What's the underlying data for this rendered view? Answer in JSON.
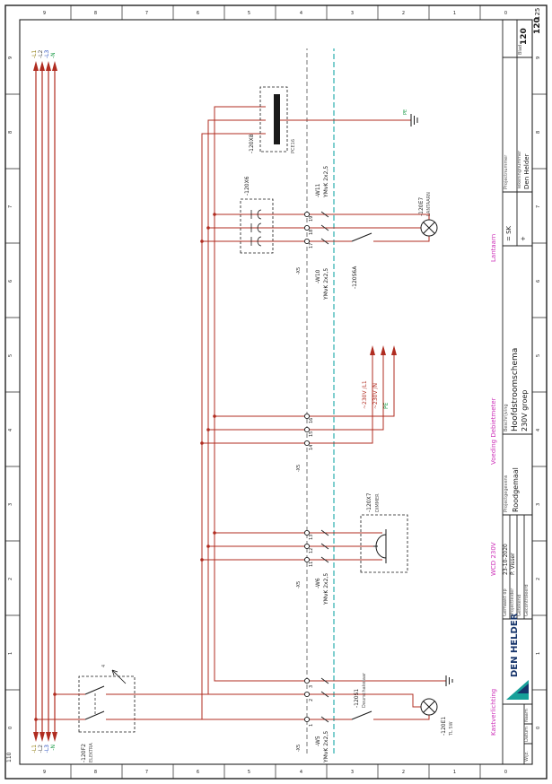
{
  "colors": {
    "wire": "#b02c20",
    "teal": "#009f9f",
    "magenta": "#cc2fb8",
    "navy": "#17356b",
    "logo_teal": "#17a099",
    "l1": "#8a7500",
    "l2": "#4a4a4a",
    "l3": "#2a4fc0",
    "n": "#169a43",
    "pe": "#169a43"
  },
  "frame": {
    "columns": [
      "0",
      "1",
      "2",
      "3",
      "4",
      "5",
      "6",
      "7",
      "8",
      "9"
    ],
    "rows": [
      "9",
      "8",
      "7",
      "6",
      "5",
      "4",
      "3",
      "2",
      "1",
      "0"
    ],
    "corner_top_left": "110",
    "page_number": "120",
    "page_number_secondary": "125"
  },
  "bus": {
    "lines": [
      {
        "label": "-L1"
      },
      {
        "label": "-L2"
      },
      {
        "label": "-L3"
      },
      {
        "label": "-N"
      }
    ]
  },
  "groups": {
    "kastverlichting": {
      "function_label": "Kastverlichting",
      "breaker": {
        "tag": "-120F2",
        "type": "ELEKTRA",
        "aux": "4"
      },
      "terminal_label": "-X5",
      "pins": [
        "1",
        "2",
        "3"
      ],
      "cable": {
        "tag": "-W5",
        "type": "YMvK 2x2,5"
      },
      "switch": {
        "tag": "-120S1",
        "type": "Deurschakelaar"
      },
      "lamp": {
        "tag": "-120E1",
        "type": "TL 5W"
      }
    },
    "wcd": {
      "function_label": "WCD 230V",
      "terminal_label": "-X5",
      "pins": [
        "11",
        "12",
        "13"
      ],
      "cable": {
        "tag": "-W6",
        "type": "YMvK 2x2,5"
      },
      "socket": {
        "tag": "-120X7",
        "type": "DIMMER"
      }
    },
    "debietmeter": {
      "function_label": "Voeding Debietmeter",
      "terminal_label": "-X5",
      "pins": [
        "14",
        "15",
        "16"
      ],
      "arrows": [
        {
          "label": "~230V /L1"
        },
        {
          "label": "~230V /N"
        },
        {
          "label": "PE"
        }
      ]
    },
    "lantaarn": {
      "function_label": "Lantaarn",
      "connector": {
        "tag": "-120X6"
      },
      "terminal_label": "-X5",
      "pins": [
        "17",
        "18",
        "19"
      ],
      "cable_in": {
        "tag": "-W10",
        "type": "YMvK 2x2,5"
      },
      "cable_out": {
        "tag": "-W11",
        "type": "YMvK 2x2,5"
      },
      "switch": {
        "tag": "-120S6A"
      },
      "lamp": {
        "tag": "-120E7",
        "type": "LANTAARN"
      }
    },
    "cee_socket": {
      "socket": {
        "tag": "-120X8",
        "type": "PCE16"
      },
      "earth_label": "PE"
    }
  },
  "title_block": {
    "revision": {
      "wijz": "Wijz.",
      "datum": "Datum",
      "naam": "Naam"
    },
    "logo_text": "DEN HELDER",
    "fields": [
      {
        "label": "Gemaakt op",
        "value": "23-10-2020"
      },
      {
        "label": "Projectleider",
        "value": "P. Visser"
      },
      {
        "label": "Getekend",
        "value": ""
      },
      {
        "label": "Gecontroleerd",
        "value": ""
      }
    ],
    "projectgegevens": {
      "label": "Projectgegevens",
      "value": "Roodgemaal"
    },
    "beschrijving": {
      "label": "Beschrijving",
      "line1": "Hoofdstroomschema",
      "line2": "230V groep"
    },
    "structure": {
      "eq": "= SK",
      "plus": "+"
    },
    "projectnummer_label": "Projectnummer",
    "tekeningnummer": {
      "label": "Tekeningnummer",
      "value": "Den Helder"
    },
    "blad": {
      "label": "Blad",
      "value": "120"
    }
  }
}
